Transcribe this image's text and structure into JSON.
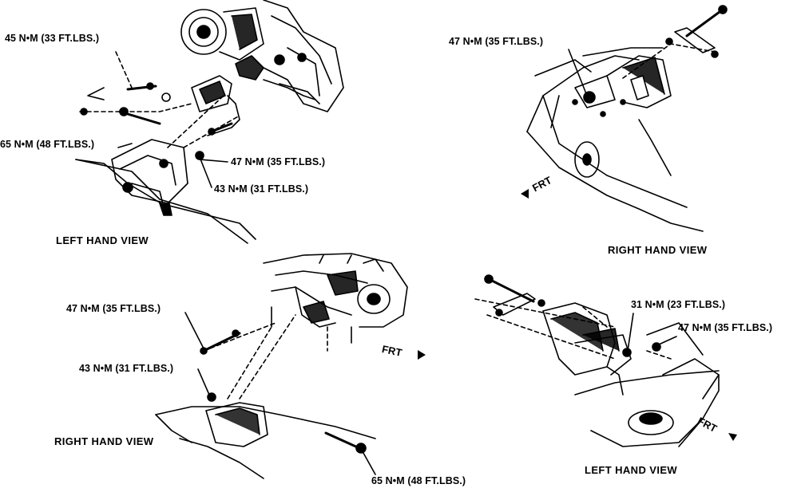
{
  "diagrams": {
    "top_left": {
      "view_label": "LEFT HAND VIEW",
      "torques": [
        "45 N•M (33 FT.LBS.)",
        "65 N•M (48 FT.LBS.)",
        "47 N•M (35 FT.LBS.)",
        "43 N•M (31 FT.LBS.)"
      ]
    },
    "top_right": {
      "view_label": "RIGHT HAND VIEW",
      "torques": [
        "47 N•M (35 FT.LBS.)"
      ],
      "frt": "FRT"
    },
    "bottom_middle": {
      "view_label": "RIGHT HAND VIEW",
      "torques": [
        "47 N•M (35 FT.LBS.)",
        "43 N•M (31 FT.LBS.)",
        "65 N•M (48 FT.LBS.)"
      ],
      "frt": "FRT"
    },
    "bottom_right": {
      "view_label": "LEFT HAND VIEW",
      "torques": [
        "31 N•M (23 FT.LBS.)",
        "47 N•M (35 FT.LBS.)"
      ],
      "frt": "FRT"
    }
  }
}
